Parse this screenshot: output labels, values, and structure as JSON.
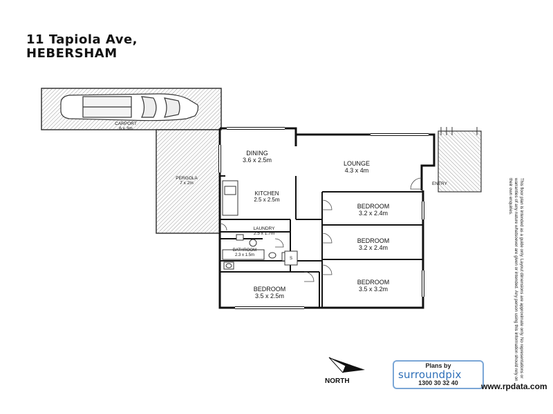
{
  "header": {
    "address_line1": "11 Tapiola Ave,",
    "address_line2": "HEBERSHAM"
  },
  "rooms": {
    "carport": {
      "name": "CARPORT",
      "size": "6 x 3m"
    },
    "pergola": {
      "name": "PERGOLA",
      "size": "7 x 2m"
    },
    "dining": {
      "name": "DINING",
      "size": "3.6 x 2.5m"
    },
    "lounge": {
      "name": "LOUNGE",
      "size": "4.3 x 4m"
    },
    "kitchen": {
      "name": "KITCHEN",
      "size": "2.5 x 2.5m"
    },
    "laundry": {
      "name": "LAUNDRY",
      "size": "2.5 x 1.7m"
    },
    "bathroom": {
      "name": "BATHROOM",
      "size": "2.3 x 1.5m"
    },
    "bedroom_1": {
      "name": "BEDROOM",
      "size": "3.2 x 2.4m"
    },
    "bedroom_2": {
      "name": "BEDROOM",
      "size": "3.2 x 2.4m"
    },
    "bedroom_3": {
      "name": "BEDROOM",
      "size": "3.5 x 3.2m"
    },
    "bedroom_4": {
      "name": "BEDROOM",
      "size": "3.5 x 2.5m"
    },
    "entry": {
      "name": "ENTRY"
    },
    "toilet_mark": "S"
  },
  "compass": {
    "label": "NORTH"
  },
  "branding": {
    "plans_by": "Plans by",
    "logo_text": "surroundpix",
    "phone": "1300 30 32 40",
    "website": "www.rpdata.com"
  },
  "disclaimer": "This floor plan is intended as a guide only. Layout dimensions are approximate only. No representations or warranties of any nature whatsoever are given or intended. Any person using this information should rely on their own enquiries."
}
